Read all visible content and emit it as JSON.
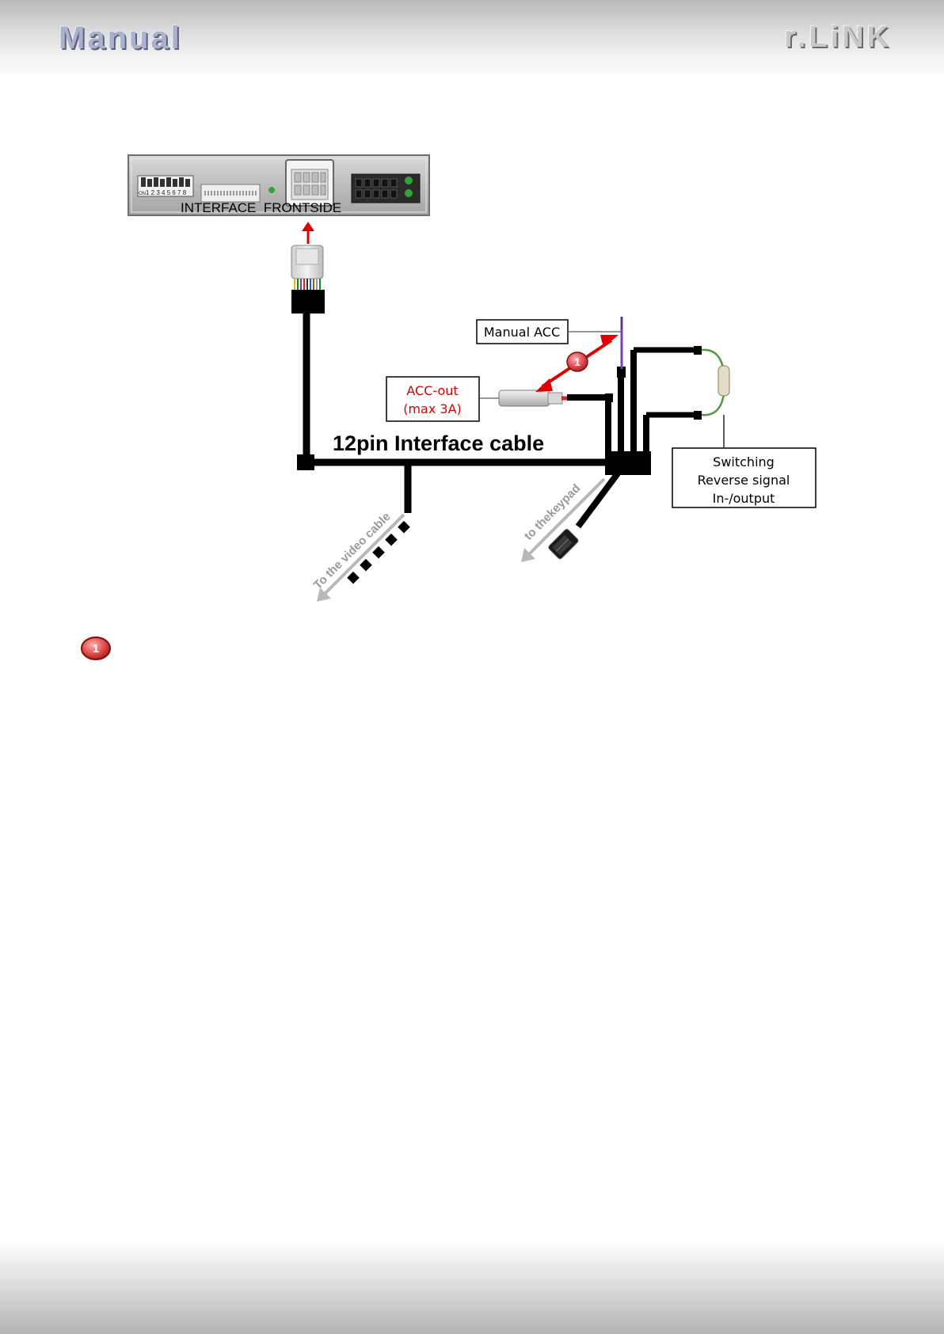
{
  "header": {
    "left_title": "Manual",
    "right_brand": "r.LiNK"
  },
  "diagram": {
    "interface_label": "INTERFACE  FRONTSIDE",
    "dip_switch_numbers": "1 2 3 4 5 6 7 8",
    "dip_switch_on": "ON",
    "cable_label": "12pin Interface cable",
    "manual_acc_label": "Manual ACC",
    "acc_out_line1": "ACC-out",
    "acc_out_line2": "(max 3A)",
    "switching_line1": "Switching",
    "switching_line2": "Reverse signal",
    "switching_line3": "In-/output",
    "video_cable_label": "To the video cable",
    "keypad_label": "to thekeypad",
    "callout_number": "1"
  },
  "footnote": {
    "badge_number": "1"
  },
  "colors": {
    "wire": "#000000",
    "arrow_red": "#e00000",
    "acc_text": "#d40000",
    "violet_wire": "#7a3fb0",
    "green_wire": "#4c9a3c",
    "callout_fill": "#e35050",
    "gray_arrow": "#b8b8b8"
  }
}
